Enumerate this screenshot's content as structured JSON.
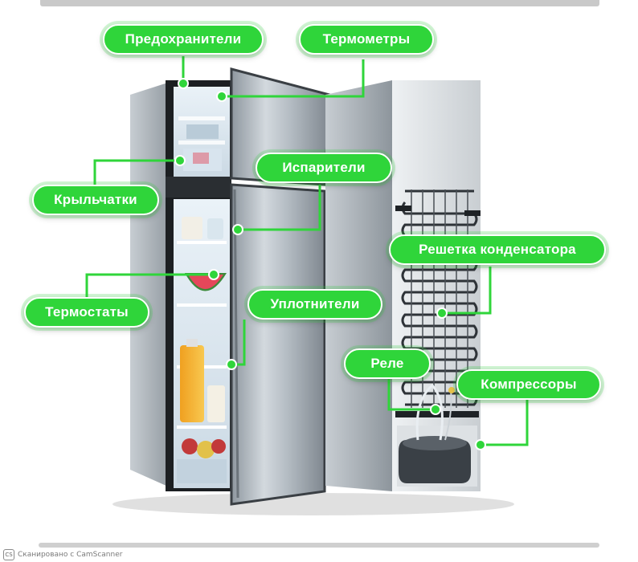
{
  "labels": {
    "fuses": "Предохранители",
    "thermometers": "Термометры",
    "evaporators": "Испарители",
    "impellers": "Крыльчатки",
    "condenser_grille": "Решетка конденсатора",
    "thermostats": "Термостаты",
    "seals": "Уплотнители",
    "relay": "Реле",
    "compressors": "Компрессоры"
  },
  "footer": {
    "badge": "CS",
    "scan_text": "Сканировано с CamScanner"
  },
  "colors": {
    "accent": "#2fd53a",
    "label_text": "#ffffff",
    "steel": "#a9b2ba",
    "interior": "#dfeaf2"
  }
}
